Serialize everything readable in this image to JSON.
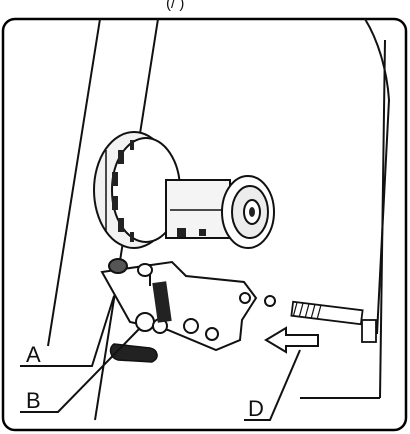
{
  "top_clip_text": "(/ )",
  "callouts": {
    "a": "A",
    "b": "B",
    "d": "D"
  },
  "colors": {
    "line": "#111111",
    "frame": "#000000",
    "arrow_fill": "#ffffff"
  }
}
